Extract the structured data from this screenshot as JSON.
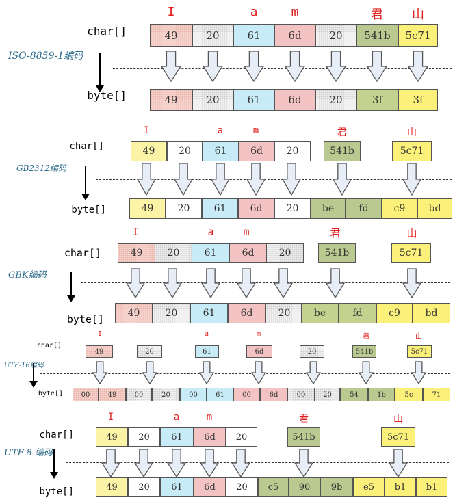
{
  "panels": [
    {
      "encoding": "ISO-8859-1编码",
      "chars": [
        "I",
        "a",
        "m",
        "君",
        "山"
      ],
      "char_row_label": "char[]",
      "byte_row_label": "byte[]",
      "char_cells": [
        "49",
        "20",
        "61",
        "6d",
        "20",
        "541b",
        "5c71"
      ],
      "byte_cells": [
        "49",
        "20",
        "61",
        "6d",
        "20",
        "3f",
        "3f"
      ]
    },
    {
      "encoding": "GB2312编码",
      "chars": [
        "I",
        "a",
        "m",
        "君",
        "山"
      ],
      "char_row_label": "char[]",
      "byte_row_label": "byte[]",
      "char_cells": [
        "49",
        "20",
        "61",
        "6d",
        "20",
        "541b",
        "5c71"
      ],
      "byte_cells": [
        "49",
        "20",
        "61",
        "6d",
        "20",
        "be",
        "fd",
        "c9",
        "bd"
      ]
    },
    {
      "encoding": "GBK编码",
      "chars": [
        "I",
        "a",
        "m",
        "君",
        "山"
      ],
      "char_row_label": "char[]",
      "byte_row_label": "byte[]",
      "char_cells": [
        "49",
        "20",
        "61",
        "6d",
        "20",
        "541b",
        "5c71"
      ],
      "byte_cells": [
        "49",
        "20",
        "61",
        "6d",
        "20",
        "be",
        "fd",
        "c9",
        "bd"
      ]
    },
    {
      "encoding": "UTF-16编码",
      "chars": [
        "I",
        "a",
        "m",
        "君",
        "山"
      ],
      "char_row_label": "char[]",
      "byte_row_label": "byte[]",
      "char_cells": [
        "49",
        "20",
        "61",
        "6d",
        "20",
        "541b",
        "5c71"
      ],
      "byte_cells": [
        "00",
        "49",
        "00",
        "20",
        "00",
        "61",
        "00",
        "6d",
        "00",
        "20",
        "54",
        "1b",
        "5c",
        "71"
      ]
    },
    {
      "encoding": "UTF-8 编码",
      "chars": [
        "I",
        "a",
        "m",
        "君",
        "山"
      ],
      "char_row_label": "char[]",
      "byte_row_label": "byte[]",
      "char_cells": [
        "49",
        "20",
        "61",
        "6d",
        "20",
        "541b",
        "5c71"
      ],
      "byte_cells": [
        "49",
        "20",
        "61",
        "6d",
        "20",
        "c5",
        "90",
        "9b",
        "e5",
        "b1",
        "b1"
      ]
    }
  ]
}
